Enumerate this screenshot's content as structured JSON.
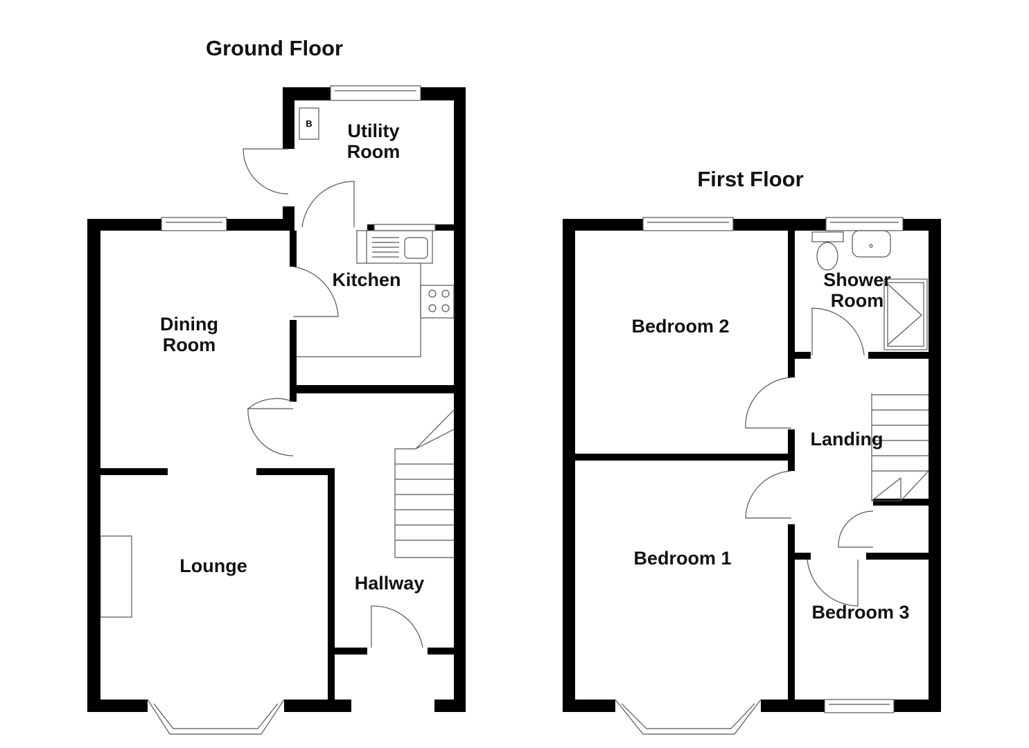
{
  "ground_floor": {
    "title": "Ground Floor",
    "rooms": {
      "utility": [
        "Utility",
        "Room"
      ],
      "kitchen": "Kitchen",
      "dining": [
        "Dining",
        "Room"
      ],
      "lounge": "Lounge",
      "hallway": "Hallway"
    },
    "boiler_label": "B"
  },
  "first_floor": {
    "title": "First Floor",
    "rooms": {
      "bedroom2": "Bedroom 2",
      "shower": [
        "Shower",
        "Room"
      ],
      "landing": "Landing",
      "bedroom1": "Bedroom 1",
      "bedroom3": "Bedroom 3"
    }
  }
}
